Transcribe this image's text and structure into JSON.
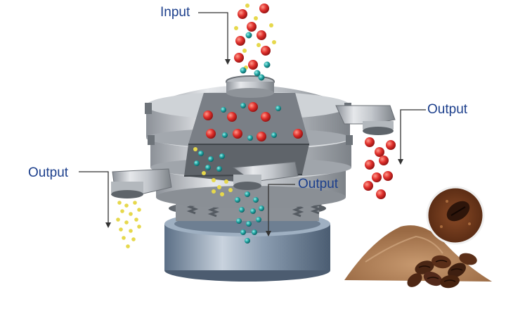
{
  "labels": {
    "input": "Input",
    "output_right": "Output",
    "output_left": "Output",
    "output_center": "Output"
  },
  "colors": {
    "label_text": "#1c3f8c",
    "particle_large": "#d8262a",
    "particle_medium": "#1e9e9e",
    "particle_small": "#e8d84a",
    "machine_steel": "#b8bcc2",
    "coffee_powder": "#b07a4e",
    "coffee_bean": "#4a2614"
  },
  "icons": [
    "vibrating-sieve-machine",
    "coffee-powder-pile",
    "coffee-beans",
    "coffee-closeup-inset"
  ]
}
